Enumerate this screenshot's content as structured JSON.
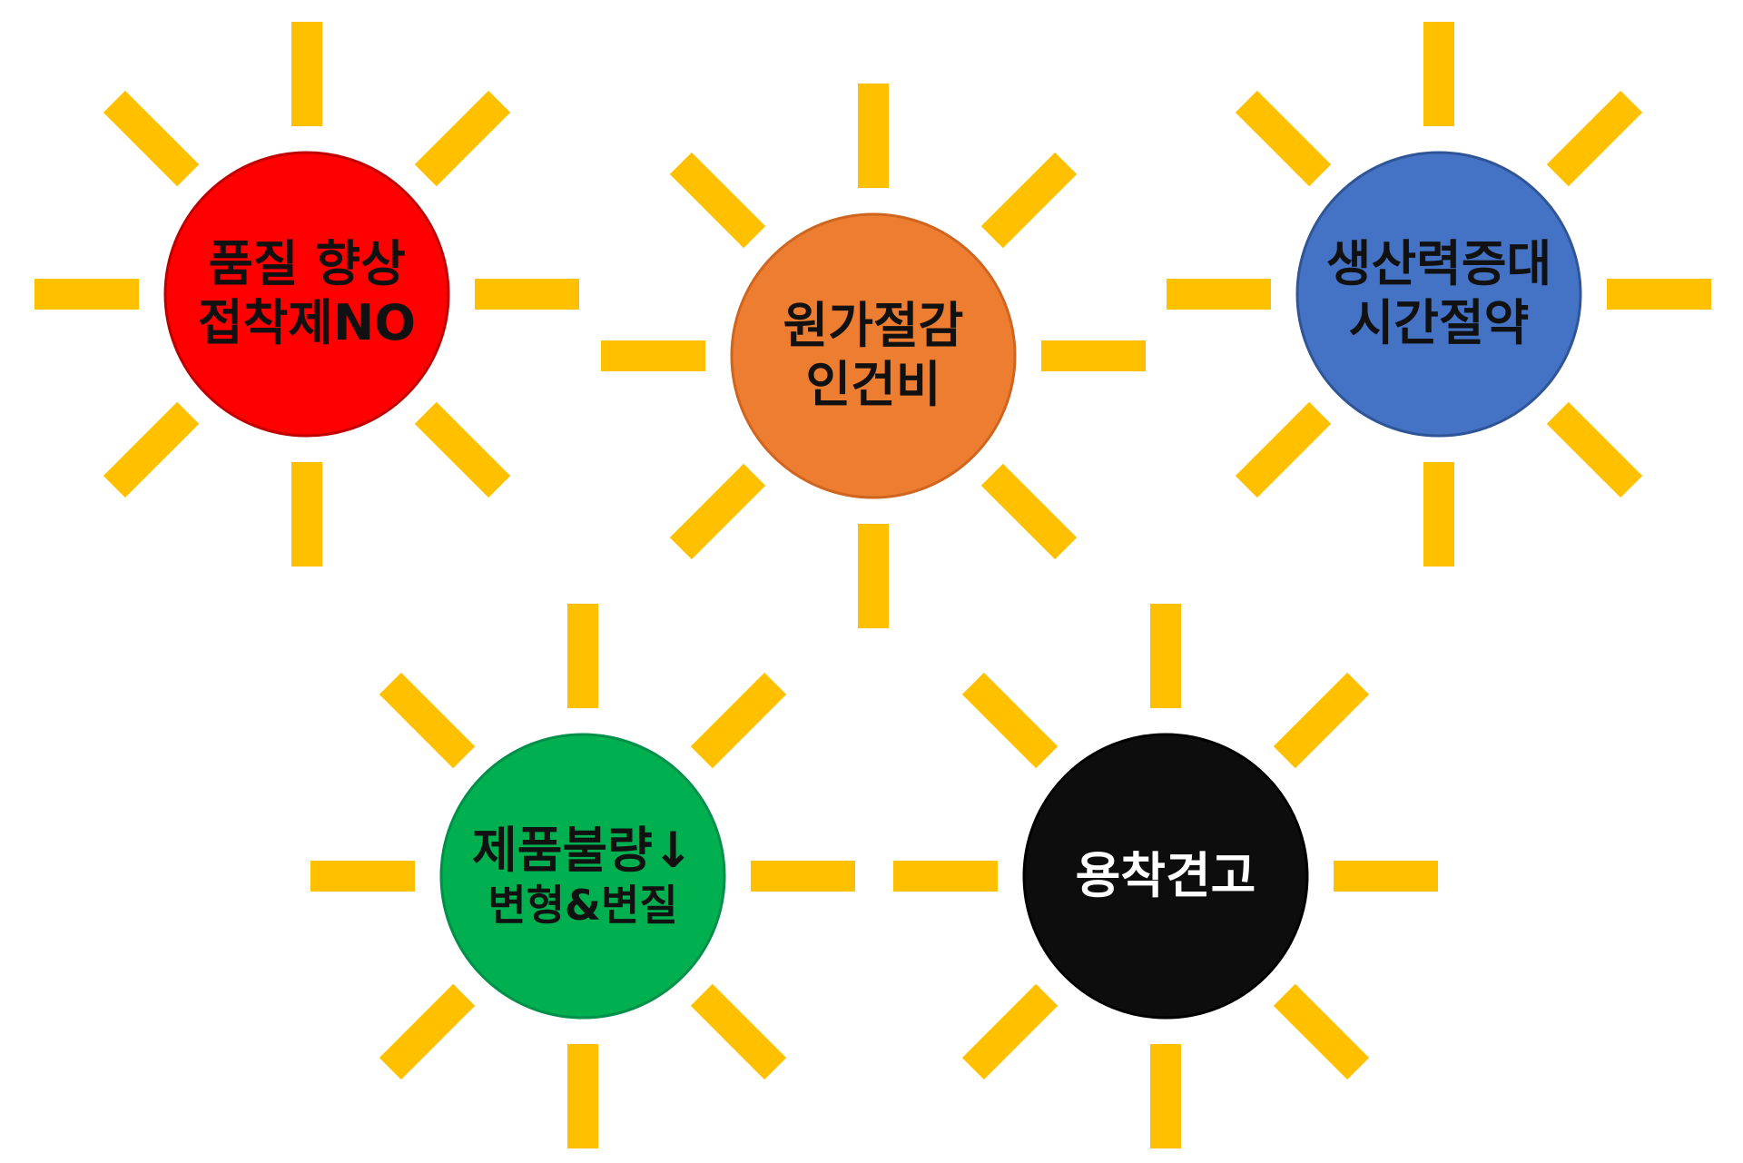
{
  "colors": {
    "rays": "#FFC000",
    "background": "#FFFFFF"
  },
  "suns": [
    {
      "id": "quality",
      "fill": "#FF0000",
      "stroke": "#C00000",
      "text_color": "#111111",
      "lines": [
        "품질 향상",
        "접착제NO"
      ]
    },
    {
      "id": "cost",
      "fill": "#ED7D31",
      "stroke": "#D06520",
      "text_color": "#111111",
      "lines": [
        "원가절감",
        "인건비"
      ]
    },
    {
      "id": "productivity",
      "fill": "#4472C4",
      "stroke": "#2F5597",
      "text_color": "#111111",
      "lines": [
        "생산력증대",
        "시간절약"
      ]
    },
    {
      "id": "defect",
      "fill": "#00B050",
      "stroke": "#00904A",
      "text_color": "#111111",
      "lines": [
        "제품불량↓",
        "변형&변질"
      ]
    },
    {
      "id": "fusion",
      "fill": "#0D0D0D",
      "stroke": "#000000",
      "text_color": "#FFFFFF",
      "lines": [
        "용착견고"
      ]
    }
  ]
}
